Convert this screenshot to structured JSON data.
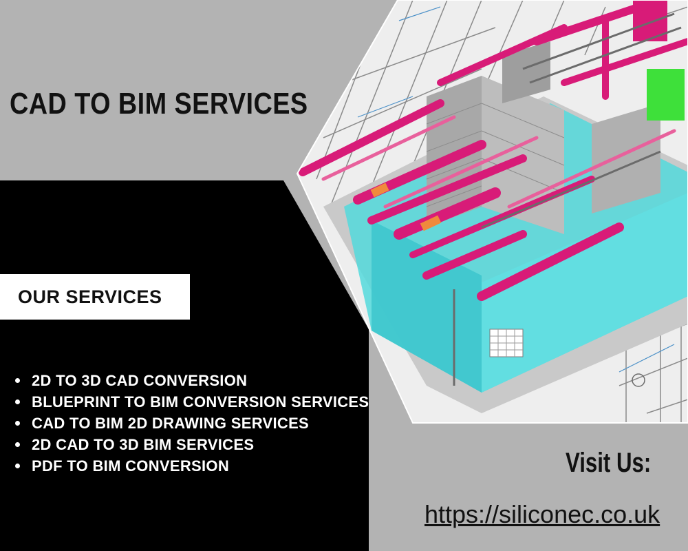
{
  "title": "CAD TO BIM SERVICES",
  "services_heading": "OUR SERVICES",
  "services": [
    "2D TO 3D CAD CONVERSION",
    "BLUEPRINT TO BIM CONVERSION SERVICES",
    "CAD TO BIM 2D DRAWING SERVICES",
    "2D CAD TO 3D BIM SERVICES",
    "PDF TO BIM CONVERSION"
  ],
  "visit_label": "Visit Us:",
  "url": "https://siliconec.co.uk",
  "colors": {
    "background": "#b3b3b3",
    "panel": "#000000",
    "text_dark": "#111111",
    "text_light": "#ffffff",
    "model_cyan": "#53d9dc",
    "model_magenta": "#d81b78",
    "model_green": "#3ee03a"
  }
}
